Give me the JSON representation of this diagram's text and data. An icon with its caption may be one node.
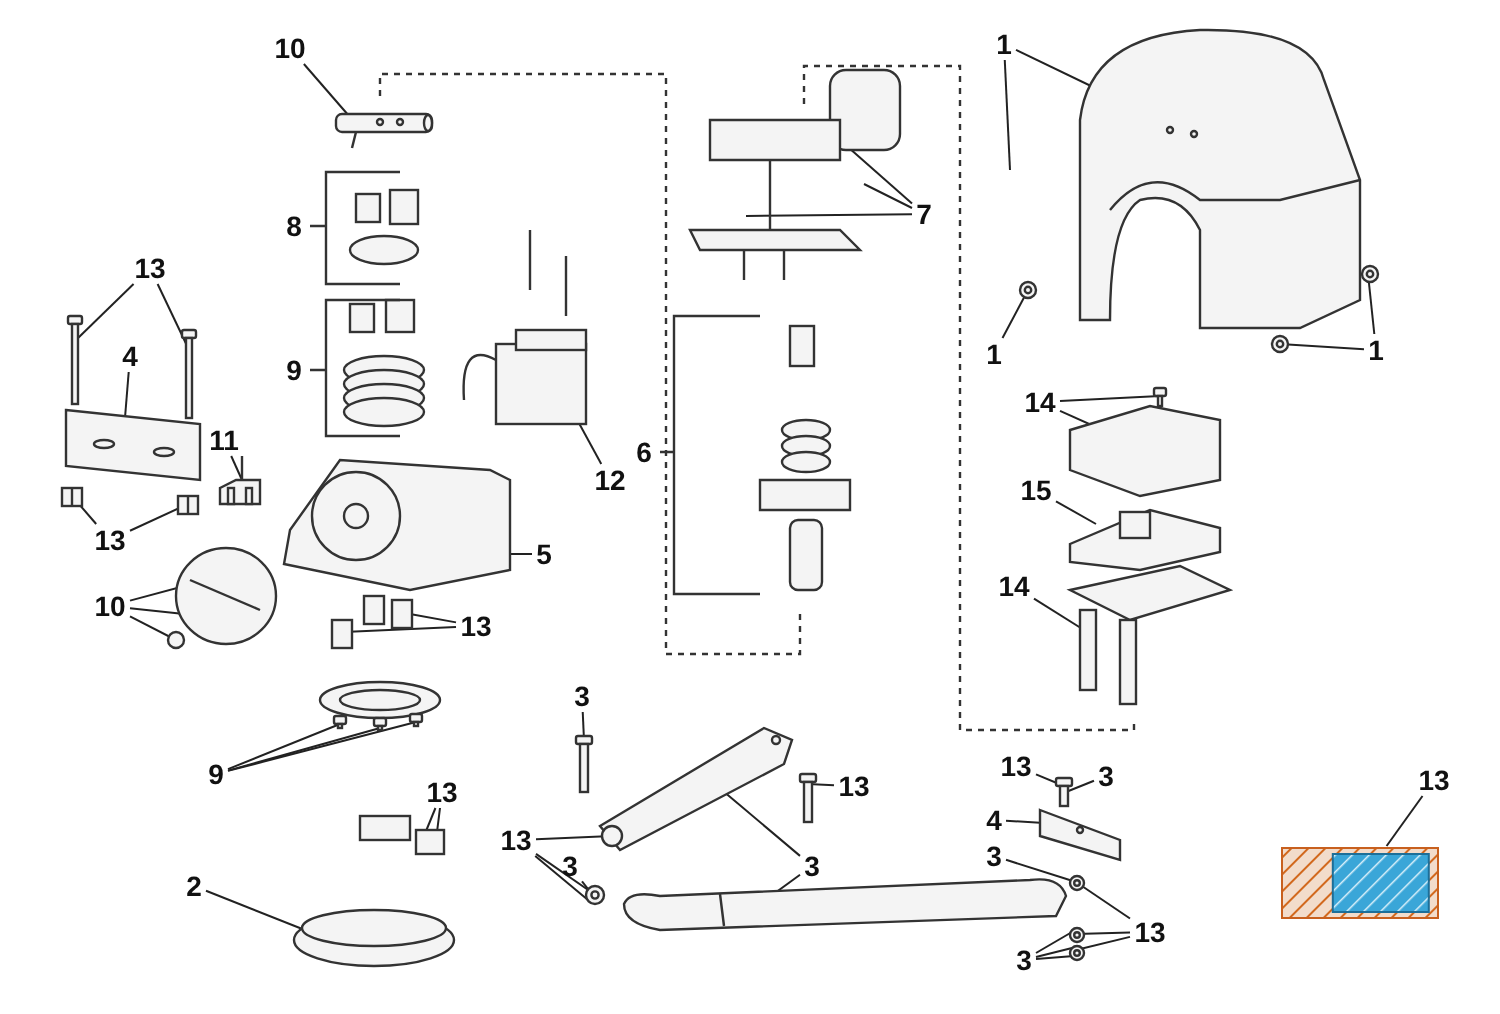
{
  "diagram": {
    "nodes": [
      {
        "text": [
          "1"
        ]
      },
      {
        "text": [
          "10"
        ]
      },
      {
        "text": [
          "7"
        ]
      },
      {
        "text": [
          "13"
        ]
      },
      {
        "text": [
          "4"
        ]
      },
      {
        "text": [
          "1"
        ]
      },
      {
        "text": [
          "1"
        ]
      },
      {
        "text": [
          "14"
        ]
      },
      {
        "text": [
          "11"
        ]
      },
      {
        "text": [
          "12"
        ]
      },
      {
        "text": [
          "15"
        ]
      },
      {
        "text": [
          "13"
        ]
      },
      {
        "text": [
          "5"
        ]
      },
      {
        "text": [
          "14"
        ]
      },
      {
        "text": [
          "10"
        ]
      },
      {
        "text": [
          "13"
        ]
      },
      {
        "text": [
          "3"
        ]
      },
      {
        "text": [
          "9"
        ]
      },
      {
        "text": [
          "13"
        ]
      },
      {
        "text": [
          "13"
        ]
      },
      {
        "text": [
          "13"
        ]
      },
      {
        "text": [
          "3"
        ]
      },
      {
        "text": [
          "13"
        ]
      },
      {
        "text": [
          "4"
        ]
      },
      {
        "text": [
          "3"
        ]
      },
      {
        "text": [
          "13"
        ]
      },
      {
        "text": [
          "3"
        ]
      },
      {
        "text": [
          "3"
        ]
      },
      {
        "text": [
          "2"
        ]
      },
      {
        "text": [
          "13"
        ]
      },
      {
        "text": [
          "3"
        ]
      },
      {
        "text": [],
        "shape": "box"
      },
      {
        "text": [],
        "shape": "picture"
      },
      {
        "text": [],
        "shape": "picture"
      },
      {
        "text": [],
        "shape": "picture"
      },
      {
        "text": [],
        "shape": "picture"
      },
      {
        "text": [],
        "shape": "picture"
      },
      {
        "text": [],
        "shape": "picture"
      },
      {
        "text": [],
        "shape": "picture"
      },
      {
        "text": [],
        "shape": "picture"
      },
      {
        "text": [],
        "shape": "picture"
      },
      {
        "text": [],
        "shape": "picture"
      },
      {
        "text": [],
        "shape": "picture"
      },
      {
        "text": [],
        "shape": "picture"
      },
      {
        "text": [],
        "shape": "picture"
      },
      {
        "text": [],
        "shape": "picture"
      },
      {
        "text": [],
        "shape": "picture"
      },
      {
        "text": [],
        "shape": "picture"
      },
      {
        "text": [],
        "shape": "picture"
      },
      {
        "text": [],
        "shape": "picture"
      },
      {
        "text": [],
        "shape": "picture"
      },
      {
        "text": [],
        "shape": "picture"
      },
      {
        "text": [],
        "shape": "picture"
      },
      {
        "text": [],
        "shape": "picture"
      },
      {
        "text": [],
        "shape": "picture"
      },
      {
        "text": [],
        "shape": "picture"
      },
      {
        "text": [],
        "shape": "picture"
      },
      {
        "text": [],
        "shape": "picture"
      },
      {
        "text": [],
        "shape": "picture"
      },
      {
        "text": [],
        "shape": "picture"
      },
      {
        "text": [],
        "shape": "picture"
      },
      {
        "text": [],
        "shape": "picture"
      },
      {
        "text": [],
        "shape": "picture"
      },
      {
        "text": [],
        "shape": "picture"
      }
    ],
    "edges": [
      {
        "from": 0,
        "to": 32,
        "arrow": "none"
      },
      {
        "from": 0,
        "to": null,
        "arrow": "none"
      },
      {
        "from": 1,
        "to": 34,
        "arrow": "none"
      },
      {
        "from": 2,
        "to": 33,
        "arrow": "none"
      },
      {
        "from": 2,
        "to": 33,
        "arrow": "none"
      },
      {
        "from": 2,
        "to": 33,
        "arrow": "none"
      },
      {
        "from": 3,
        "to": 50,
        "arrow": "none"
      },
      {
        "from": 3,
        "to": 51,
        "arrow": "none"
      },
      {
        "from": 4,
        "to": 35,
        "arrow": "none"
      },
      {
        "from": 5,
        "to": 54,
        "arrow": "none"
      },
      {
        "from": 6,
        "to": 55,
        "arrow": "none"
      },
      {
        "from": 6,
        "to": 56,
        "arrow": "none"
      },
      {
        "from": 7,
        "to": 38,
        "arrow": "none"
      },
      {
        "from": 7,
        "to": 38,
        "arrow": "none"
      },
      {
        "from": 8,
        "to": 36,
        "arrow": "none"
      },
      {
        "from": 9,
        "to": 37,
        "arrow": "none"
      },
      {
        "from": 10,
        "to": 39,
        "arrow": "none"
      },
      {
        "from": 11,
        "to": 52,
        "arrow": "none"
      },
      {
        "from": 11,
        "to": 53,
        "arrow": "none"
      },
      {
        "from": 12,
        "to": 40,
        "arrow": "none"
      },
      {
        "from": 13,
        "to": 41,
        "arrow": "none"
      },
      {
        "from": 14,
        "to": 42,
        "arrow": "none"
      },
      {
        "from": 14,
        "to": 42,
        "arrow": "none"
      },
      {
        "from": 14,
        "to": 42,
        "arrow": "none"
      },
      {
        "from": 15,
        "to": 49,
        "arrow": "none"
      },
      {
        "from": 15,
        "to": 49,
        "arrow": "none"
      },
      {
        "from": 16,
        "to": 57,
        "arrow": "none"
      },
      {
        "from": 17,
        "to": 43,
        "arrow": "none"
      },
      {
        "from": 17,
        "to": 43,
        "arrow": "none"
      },
      {
        "from": 17,
        "to": 43,
        "arrow": "none"
      },
      {
        "from": 18,
        "to": 44,
        "arrow": "none"
      },
      {
        "from": 18,
        "to": 44,
        "arrow": "none"
      },
      {
        "from": 19,
        "to": 58,
        "arrow": "none"
      },
      {
        "from": 20,
        "to": 60,
        "arrow": "none"
      },
      {
        "from": 21,
        "to": 60,
        "arrow": "none"
      },
      {
        "from": 22,
        "to": 31,
        "arrow": "none"
      },
      {
        "from": 23,
        "to": 47,
        "arrow": "none"
      },
      {
        "from": 24,
        "to": 45,
        "arrow": "none"
      },
      {
        "from": 24,
        "to": 46,
        "arrow": "none"
      },
      {
        "from": 25,
        "to": 45,
        "arrow": "none"
      },
      {
        "from": 25,
        "to": 59,
        "arrow": "none"
      },
      {
        "from": 25,
        "to": 59,
        "arrow": "none"
      },
      {
        "from": 26,
        "to": 59,
        "arrow": "none"
      },
      {
        "from": 27,
        "to": 61,
        "arrow": "none"
      },
      {
        "from": 28,
        "to": 48,
        "arrow": "none"
      },
      {
        "from": 29,
        "to": 61,
        "arrow": "none"
      },
      {
        "from": 29,
        "to": 62,
        "arrow": "none"
      },
      {
        "from": 29,
        "to": 63,
        "arrow": "none"
      },
      {
        "from": 30,
        "to": 62,
        "arrow": "none"
      },
      {
        "from": 30,
        "to": 63,
        "arrow": "none"
      },
      {
        "from": 30,
        "to": 63,
        "arrow": "none"
      }
    ],
    "labels": [
      "8",
      "9",
      "6"
    ]
  }
}
